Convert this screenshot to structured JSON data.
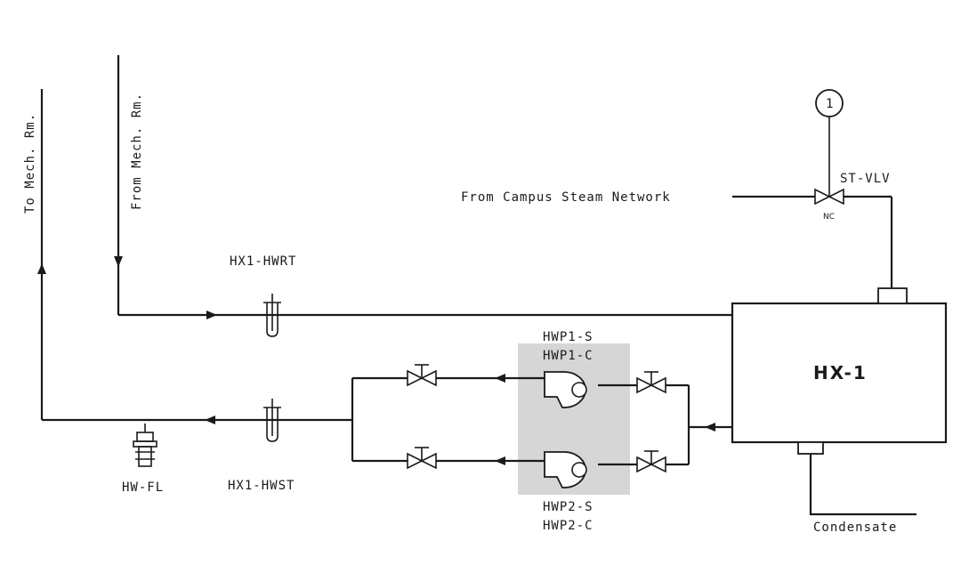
{
  "labels": {
    "to_mech": "To Mech. Rm.",
    "from_mech": "From Mech. Rm.",
    "steam_source": "From Campus Steam Network",
    "steam_valve": "ST-VLV",
    "valve_state": "NC",
    "callout": "1",
    "hx_return_sensor": "HX1-HWRT",
    "hx_supply_sensor": "HX1-HWST",
    "flow_meter": "HW-FL",
    "heat_exchanger": "HX-1",
    "pump1_status": "HWP1-S",
    "pump1_command": "HWP1-C",
    "pump2_status": "HWP2-S",
    "pump2_command": "HWP2-C",
    "condensate": "Condensate"
  },
  "colors": {
    "line": "#1a1a1a",
    "highlight": "#d6d6d6",
    "background": "#ffffff"
  }
}
